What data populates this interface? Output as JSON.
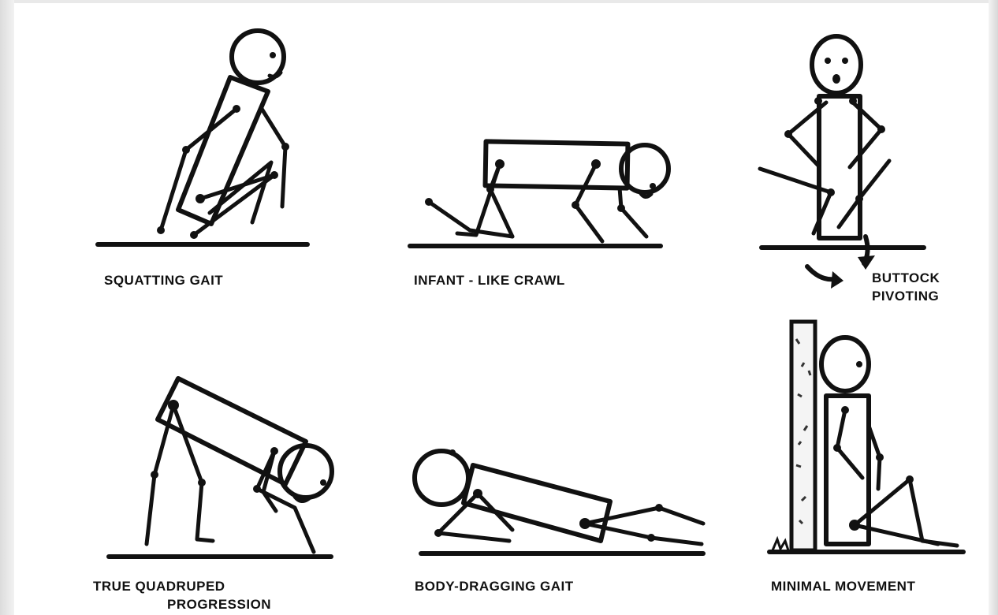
{
  "panels": [
    {
      "id": "squatting",
      "label_lines": [
        "SQUATTING  GAIT"
      ]
    },
    {
      "id": "infant",
      "label_lines": [
        "INFANT - LIKE  CRAWL"
      ]
    },
    {
      "id": "buttock",
      "label_lines": [
        "BUTTOCK",
        "PIVOTING"
      ]
    },
    {
      "id": "quadruped",
      "label_lines": [
        "TRUE  QUADRUPED",
        "PROGRESSION"
      ]
    },
    {
      "id": "dragging",
      "label_lines": [
        "BODY-DRAGGING  GAIT"
      ]
    },
    {
      "id": "minimal",
      "label_lines": [
        "MINIMAL  MOVEMENT"
      ]
    }
  ],
  "icons": [
    "stick-figure",
    "rotation-arrow-icon",
    "wall"
  ]
}
